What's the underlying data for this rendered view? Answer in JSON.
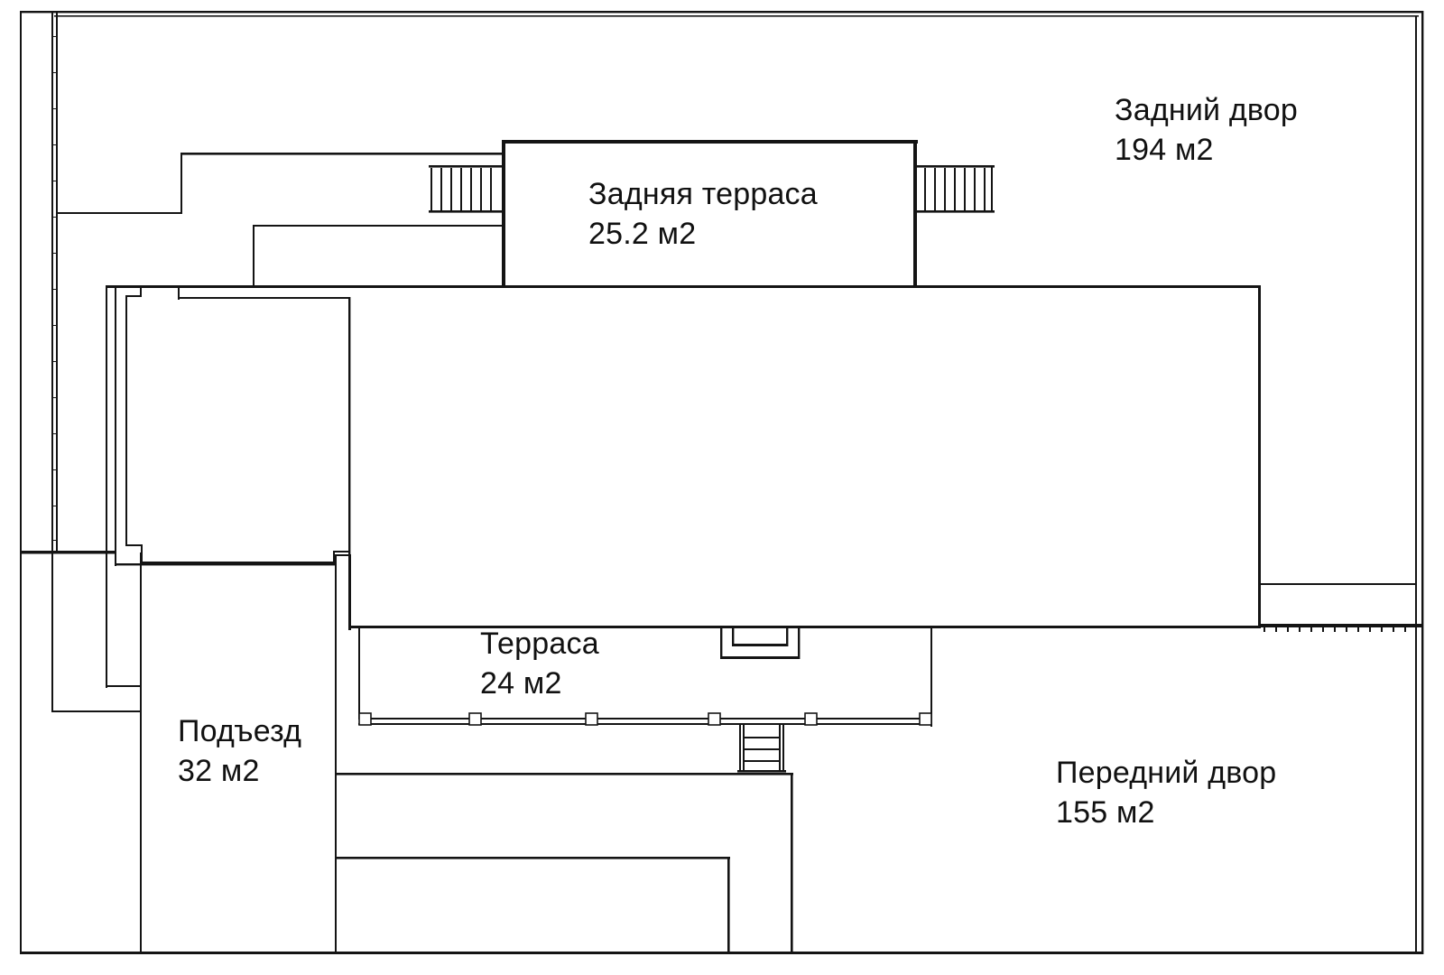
{
  "areas": {
    "back_yard": {
      "title": "Задний двор",
      "area": "194 м2"
    },
    "back_terrace": {
      "title": "Задняя терраса",
      "area": "25.2 м2"
    },
    "terrace": {
      "title": "Терраса",
      "area": "24 м2"
    },
    "driveway": {
      "title": "Подъезд",
      "area": "32 м2"
    },
    "front_yard": {
      "title": "Передний двор",
      "area": "155 м2"
    }
  },
  "colors": {
    "line": "#141414",
    "background": "#ffffff"
  }
}
